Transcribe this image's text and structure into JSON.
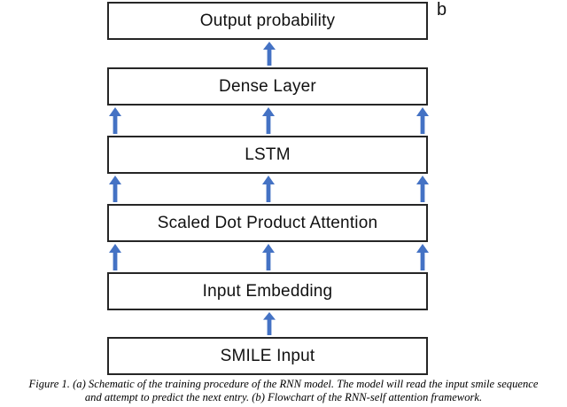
{
  "panel_label": "b",
  "colors": {
    "arrow": "#4472C4",
    "box_border": "#262626"
  },
  "flowchart": {
    "nodes": [
      {
        "id": "output-probability",
        "label": "Output probability"
      },
      {
        "id": "dense-layer",
        "label": "Dense Layer"
      },
      {
        "id": "lstm",
        "label": "LSTM"
      },
      {
        "id": "scaled-dot-product-attention",
        "label": "Scaled Dot Product Attention"
      },
      {
        "id": "input-embedding",
        "label": "Input Embedding"
      },
      {
        "id": "smile-input",
        "label": "SMILE Input"
      }
    ],
    "edges": [
      {
        "from": "dense-layer",
        "to": "output-probability",
        "arrow_count": 1
      },
      {
        "from": "lstm",
        "to": "dense-layer",
        "arrow_count": 3
      },
      {
        "from": "scaled-dot-product-attention",
        "to": "lstm",
        "arrow_count": 3
      },
      {
        "from": "input-embedding",
        "to": "scaled-dot-product-attention",
        "arrow_count": 3
      },
      {
        "from": "smile-input",
        "to": "input-embedding",
        "arrow_count": 1
      }
    ]
  },
  "caption": {
    "lines": [
      "Figure 1. (a) Schematic of the training procedure of the RNN model. The model will read the input smile sequence",
      "and attempt to predict the next entry. (b) Flowchart of the RNN-self attention framework."
    ]
  }
}
